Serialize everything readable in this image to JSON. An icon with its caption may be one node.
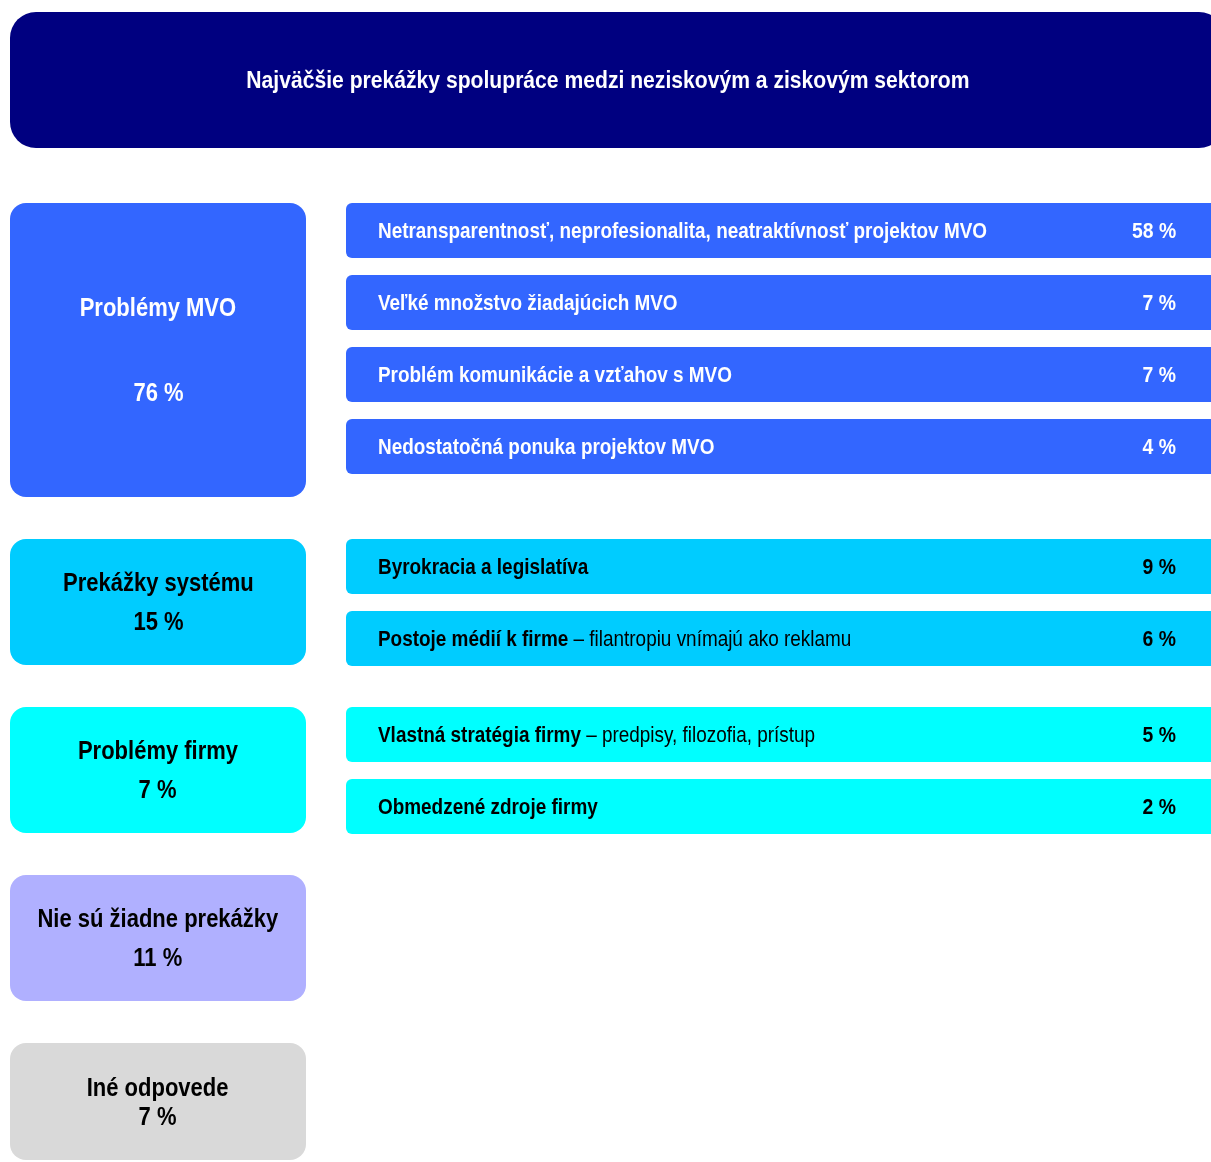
{
  "diagram": {
    "title": "Najväčšie prekážky spolupráce medzi neziskovým a ziskovým sektorom",
    "nodes": [
      {
        "text": [
          "Problémy MVO",
          "76 %"
        ]
      },
      {
        "text": [
          "Prekážky systému",
          "15 %"
        ]
      },
      {
        "text": [
          "Problémy firmy",
          "7 %"
        ]
      },
      {
        "text": [
          "Nie sú žiadne prekážky",
          "11 %"
        ]
      },
      {
        "text": [
          "Iné odpovede",
          "7 %"
        ]
      },
      {
        "text": [
          "Netransparentnosť, neprofesionalita, neatraktívnosť projektov MVO",
          "58 %"
        ]
      },
      {
        "text": [
          "Veľké množstvo žiadajúcich MVO",
          "7 %"
        ]
      },
      {
        "text": [
          "Problém komunikácie a vzťahov s MVO",
          "7 %"
        ]
      },
      {
        "text": [
          "Nedostatočná ponuka projektov MVO",
          "4 %"
        ]
      },
      {
        "text": [
          "Byrokracia a legislatíva",
          "9 %"
        ]
      },
      {
        "text": [
          "**Postoje médií k firme** – filantropiu vnímajú ako reklamu",
          "6 %"
        ]
      },
      {
        "text": [
          "**Vlastná stratégia firmy** – predpisy, filozofia, prístup",
          "5 %"
        ]
      },
      {
        "text": [
          "Obmedzené zdroje firmy",
          "2 %"
        ]
      }
    ]
  }
}
